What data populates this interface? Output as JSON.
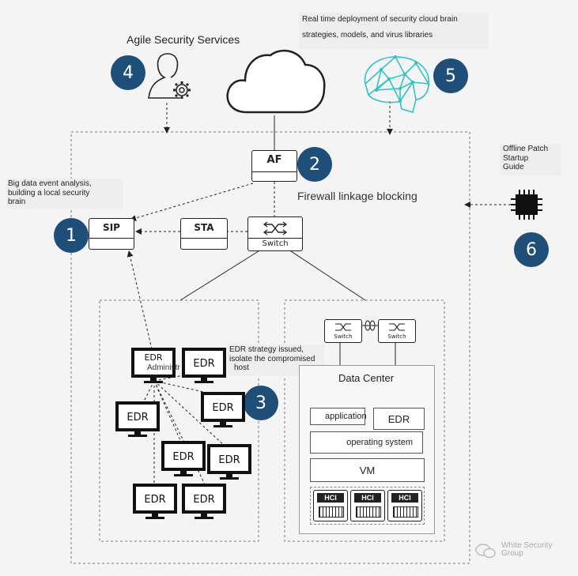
{
  "labels": {
    "agile": "Agile Security Services",
    "realtime_line1": "Real time deployment of security cloud brain",
    "realtime_line2": "strategies, models, and virus libraries",
    "bigdata_line1": "Big data event analysis,",
    "bigdata_line2": "building a local security",
    "bigdata_line3": "brain",
    "firewall": "Firewall linkage blocking",
    "offline_line1": "Offline Patch",
    "offline_line2": "Startup",
    "offline_line3": "Guide",
    "edr_strategy_line1": "EDR strategy issued,",
    "edr_strategy_line2": "isolate the compromised",
    "edr_strategy_line3": "host",
    "admin": "Administr",
    "data_center": "Data Center",
    "application": "application",
    "edr": "EDR",
    "os": "operating system",
    "vm": "VM",
    "hci": "HCI",
    "watermark_line1": "White Security",
    "watermark_line2": "Group"
  },
  "devices": {
    "af": "AF",
    "sip": "SIP",
    "sta": "STA",
    "switch": "Switch",
    "dc_switch": "Switch"
  },
  "badges": {
    "b1": "1",
    "b2": "2",
    "b3": "3",
    "b4": "4",
    "b5": "5",
    "b6": "6"
  },
  "endpoints": [
    "EDR",
    "EDR",
    "EDR",
    "EDR",
    "EDR",
    "EDR",
    "EDR",
    "EDR"
  ],
  "colors": {
    "badge": "#1f4e79",
    "brain": "#2ec4c4",
    "line": "#222222"
  }
}
